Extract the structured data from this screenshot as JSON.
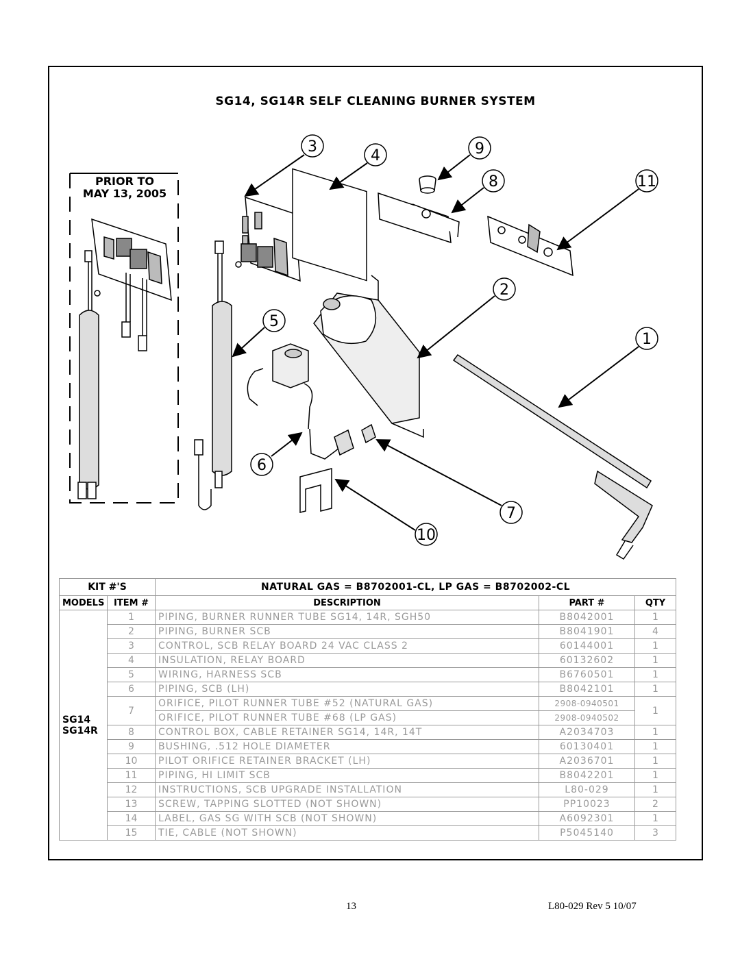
{
  "title": "SG14, SG14R SELF CLEANING BURNER SYSTEM",
  "prior_box": {
    "line1": "PRIOR TO",
    "line2": "MAY 13, 2005"
  },
  "callouts": [
    "3",
    "4",
    "9",
    "8",
    "11",
    "2",
    "5",
    "1",
    "6",
    "7",
    "10"
  ],
  "table": {
    "kit_label": "KIT #'S",
    "kit_value": "NATURAL GAS = B8702001-CL, LP GAS = B8702002-CL",
    "headers": {
      "models": "MODELS",
      "item": "ITEM #",
      "description": "DESCRIPTION",
      "part": "PART #",
      "qty": "QTY"
    },
    "models": [
      "SG14",
      "SG14R"
    ],
    "rows": [
      {
        "item": "1",
        "description": "PIPING, BURNER RUNNER TUBE SG14, 14R, SGH50",
        "part": "B8042001",
        "qty": "1"
      },
      {
        "item": "2",
        "description": "PIPING, BURNER SCB",
        "part": "B8041901",
        "qty": "4"
      },
      {
        "item": "3",
        "description": "CONTROL, SCB RELAY BOARD 24 VAC CLASS 2",
        "part": "60144001",
        "qty": "1"
      },
      {
        "item": "4",
        "description": "INSULATION, RELAY BOARD",
        "part": "60132602",
        "qty": "1"
      },
      {
        "item": "5",
        "description": "WIRING, HARNESS SCB",
        "part": "B6760501",
        "qty": "1"
      },
      {
        "item": "6",
        "description": "PIPING, SCB (LH)",
        "part": "B8042101",
        "qty": "1"
      },
      {
        "item": "7",
        "description": "ORIFICE, PILOT RUNNER TUBE #52 (NATURAL GAS)",
        "part": "2908-0940501",
        "qty": "1",
        "description2": "ORIFICE, PILOT RUNNER TUBE #68 (LP GAS)",
        "part2": "2908-0940502"
      },
      {
        "item": "8",
        "description": "CONTROL BOX, CABLE RETAINER SG14, 14R, 14T",
        "part": "A2034703",
        "qty": "1"
      },
      {
        "item": "9",
        "description": "BUSHING, .512 HOLE DIAMETER",
        "part": "60130401",
        "qty": "1"
      },
      {
        "item": "10",
        "description": "PILOT ORIFICE RETAINER BRACKET (LH)",
        "part": "A2036701",
        "qty": "1"
      },
      {
        "item": "11",
        "description": "PIPING, HI LIMIT SCB",
        "part": "B8042201",
        "qty": "1"
      },
      {
        "item": "12",
        "description": "INSTRUCTIONS, SCB UPGRADE INSTALLATION",
        "part": "L80-029",
        "qty": "1"
      },
      {
        "item": "13",
        "description": "SCREW, TAPPING SLOTTED (NOT SHOWN)",
        "part": "PP10023",
        "qty": "2"
      },
      {
        "item": "14",
        "description": "LABEL, GAS SG WITH SCB (NOT SHOWN)",
        "part": "A6092301",
        "qty": "1"
      },
      {
        "item": "15",
        "description": "TIE, CABLE (NOT SHOWN)",
        "part": "P5045140",
        "qty": "3"
      }
    ]
  },
  "footer": {
    "page": "13",
    "doc": "L80-029 Rev 5 10/07"
  }
}
